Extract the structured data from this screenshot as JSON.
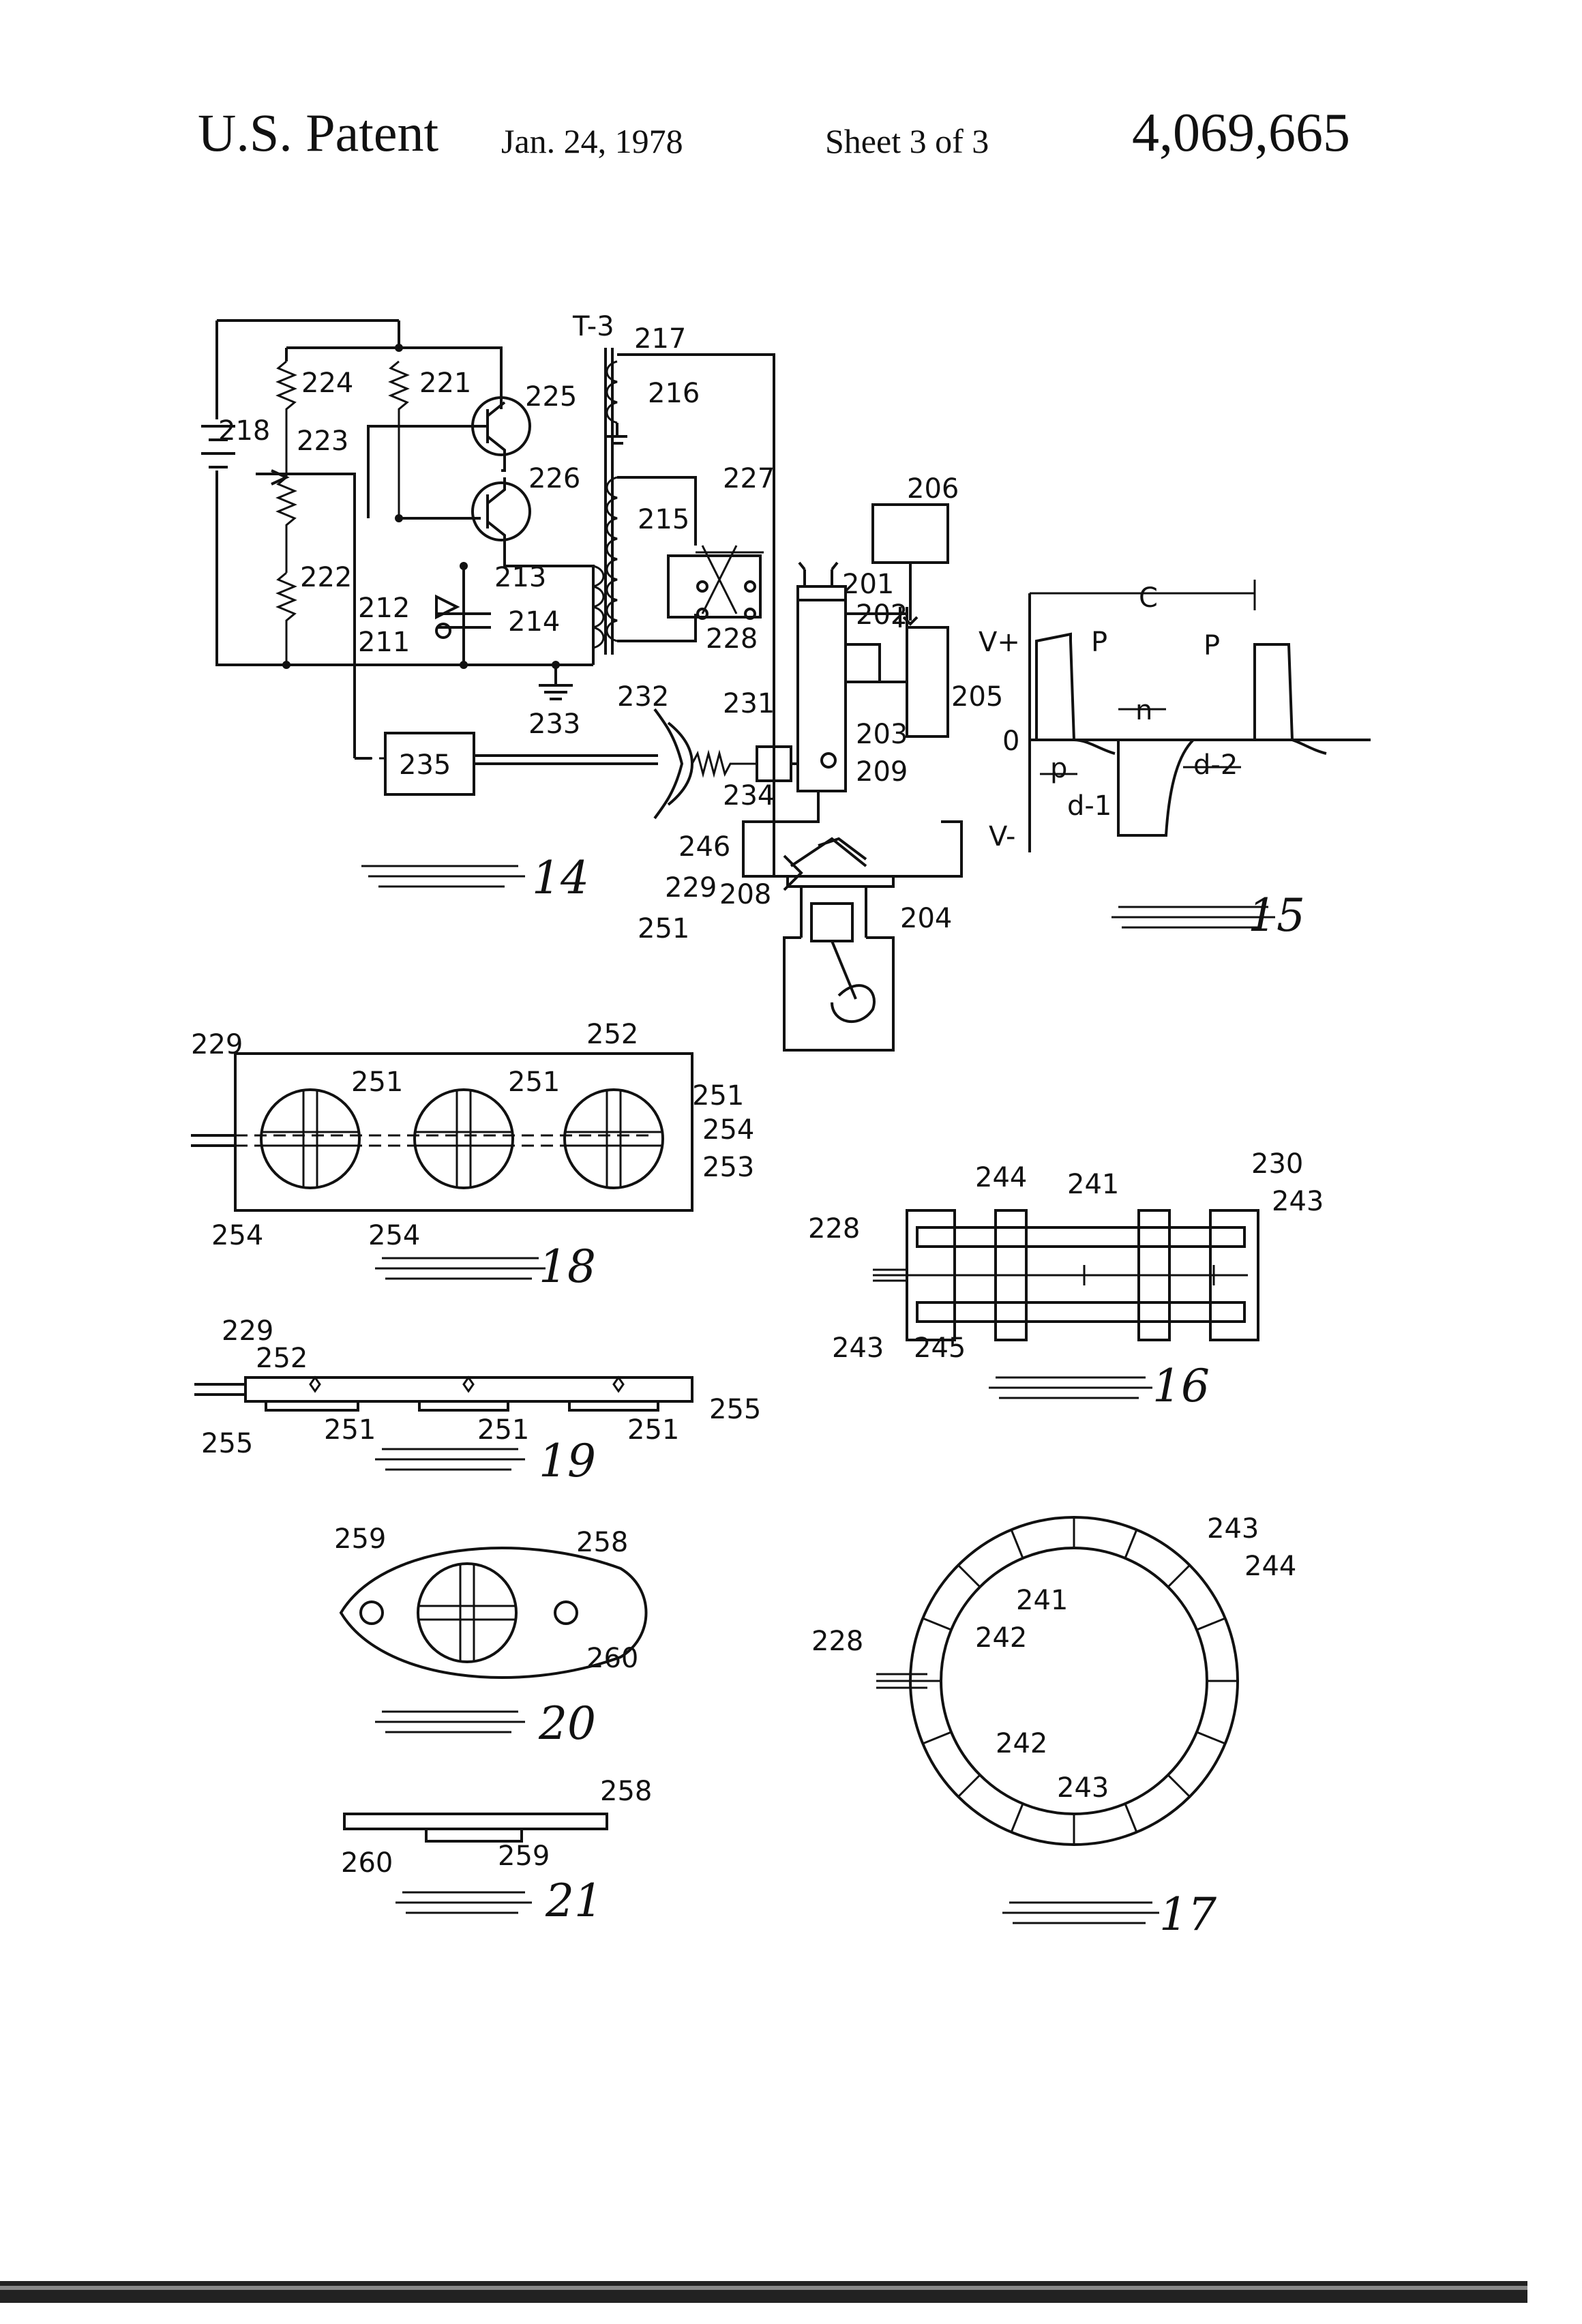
{
  "header": {
    "title": "U.S. Patent",
    "date": "Jan. 24, 1978",
    "sheet": "Sheet 3 of 3",
    "patent_number": "4,069,665"
  },
  "fig14": {
    "label": "14",
    "transformer": "T-3",
    "refs": [
      "217",
      "216",
      "224",
      "221",
      "225",
      "218",
      "223",
      "226",
      "227",
      "206",
      "215",
      "222",
      "213",
      "201",
      "202",
      "212",
      "214",
      "211",
      "228",
      "205",
      "232",
      "231",
      "233",
      "235",
      "203",
      "209",
      "234",
      "246",
      "229",
      "208",
      "204",
      "251"
    ]
  },
  "fig15": {
    "label": "15",
    "refs": {
      "c": "C",
      "p_peak": "P",
      "p_peak2": "P",
      "vplus": "V+",
      "zero": "0",
      "vminus": "V-",
      "n": "n",
      "p": "p",
      "d1": "d-1",
      "d2": "d-2"
    }
  },
  "fig18": {
    "label": "18",
    "refs": [
      "229",
      "252",
      "251",
      "251",
      "251",
      "254",
      "253",
      "254",
      "254"
    ]
  },
  "fig16": {
    "label": "16",
    "refs": [
      "230",
      "244",
      "241",
      "243",
      "228",
      "243",
      "245"
    ]
  },
  "fig19": {
    "label": "19",
    "refs": [
      "229",
      "252",
      "251",
      "251",
      "251",
      "255",
      "255"
    ]
  },
  "fig20": {
    "label": "20",
    "refs": [
      "259",
      "258",
      "260"
    ]
  },
  "fig17": {
    "label": "17",
    "refs": [
      "243",
      "244",
      "241",
      "242",
      "228",
      "242",
      "243"
    ]
  },
  "fig21": {
    "label": "21",
    "refs": [
      "258",
      "260",
      "259"
    ]
  }
}
